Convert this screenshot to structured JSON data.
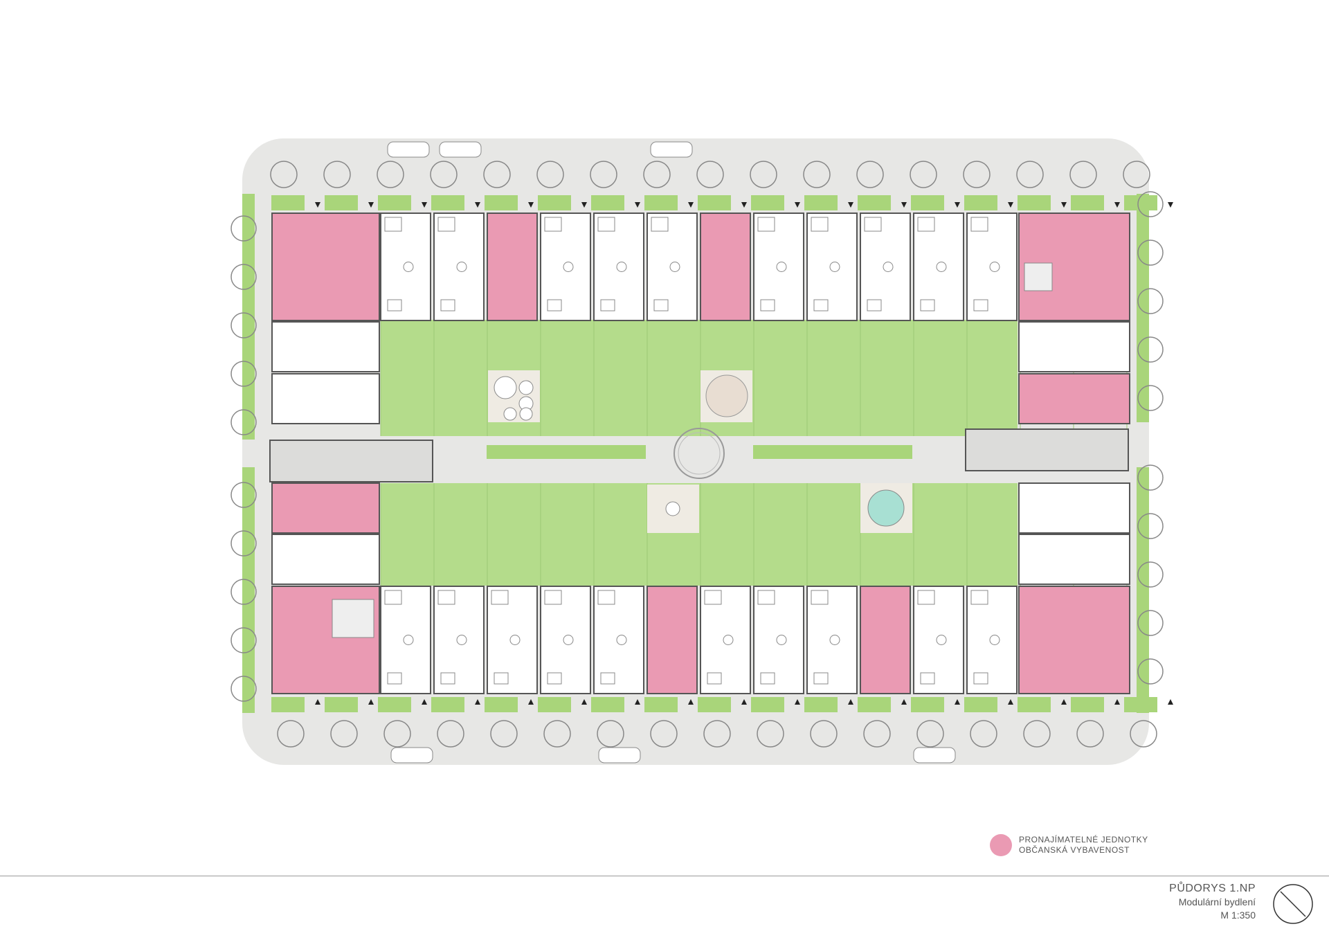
{
  "legend": {
    "line1": "PRONAJÍMATELNÉ JEDNOTKY",
    "line2": "OBČANSKÁ VYBAVENOST",
    "swatch_color": "#ea9ab3"
  },
  "title_block": {
    "title": "PŮDORYS 1.NP",
    "subtitle": "Modulární bydlení",
    "scale": "M 1:350"
  },
  "colors": {
    "rental_units": "#ea9ab3",
    "greenery": "#a9d57a",
    "courtyard": "#b4dc8b",
    "paving": "#e7e7e5",
    "walls": "#555555",
    "pool": "#a8e0d3"
  },
  "icons": {
    "north_arrow": "north-arrow-icon",
    "tree": "tree-icon",
    "car": "car-icon",
    "entrance": "entrance-arrow-icon"
  }
}
